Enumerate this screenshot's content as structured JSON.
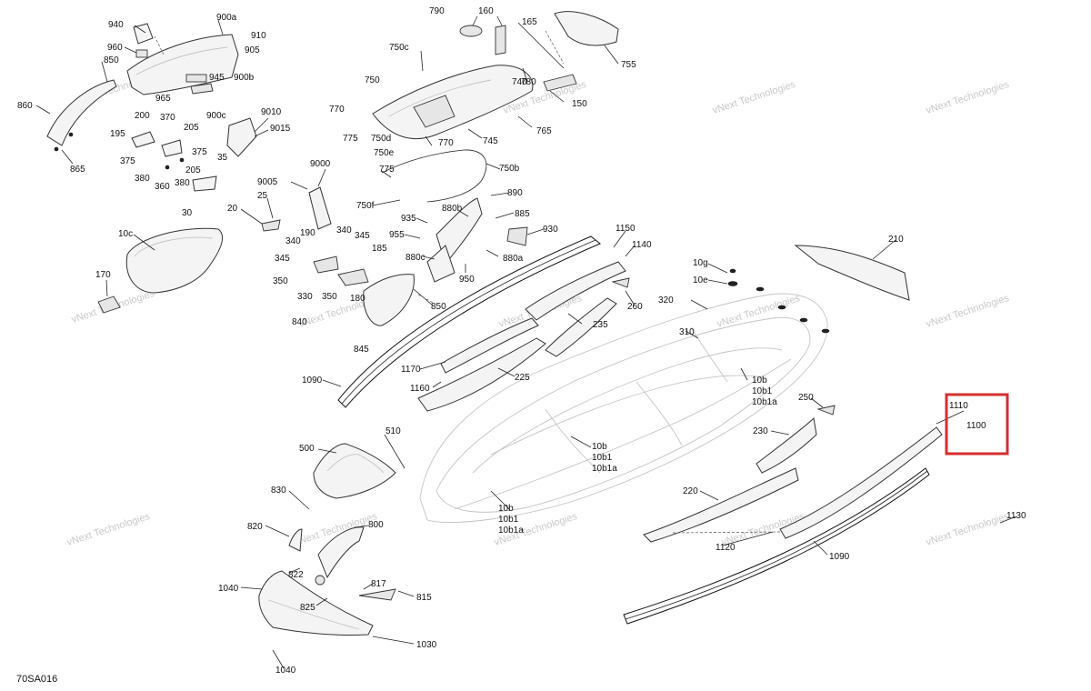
{
  "diagram_code": "70SA016",
  "watermark": "vNext Technologies",
  "highlight_color": "#d62f2f",
  "labels": [
    {
      "id": "940",
      "t": "940"
    },
    {
      "id": "900a",
      "t": "900a"
    },
    {
      "id": "910",
      "t": "910"
    },
    {
      "id": "960",
      "t": "960"
    },
    {
      "id": "905",
      "t": "905"
    },
    {
      "id": "850a",
      "t": "850"
    },
    {
      "id": "945",
      "t": "945"
    },
    {
      "id": "900b",
      "t": "900b"
    },
    {
      "id": "965",
      "t": "965"
    },
    {
      "id": "900c",
      "t": "900c"
    },
    {
      "id": "860",
      "t": "860"
    },
    {
      "id": "200",
      "t": "200"
    },
    {
      "id": "370",
      "t": "370"
    },
    {
      "id": "205a",
      "t": "205"
    },
    {
      "id": "195",
      "t": "195"
    },
    {
      "id": "375a",
      "t": "375"
    },
    {
      "id": "375b",
      "t": "375"
    },
    {
      "id": "205b",
      "t": "205"
    },
    {
      "id": "380a",
      "t": "380"
    },
    {
      "id": "380b",
      "t": "380"
    },
    {
      "id": "360",
      "t": "360"
    },
    {
      "id": "35",
      "t": "35"
    },
    {
      "id": "30",
      "t": "30"
    },
    {
      "id": "865",
      "t": "865"
    },
    {
      "id": "9010",
      "t": "9010"
    },
    {
      "id": "9015",
      "t": "9015"
    },
    {
      "id": "790",
      "t": "790"
    },
    {
      "id": "160",
      "t": "160"
    },
    {
      "id": "165",
      "t": "165"
    },
    {
      "id": "755",
      "t": "755"
    },
    {
      "id": "750c",
      "t": "750c"
    },
    {
      "id": "780",
      "t": "780"
    },
    {
      "id": "750",
      "t": "750"
    },
    {
      "id": "740",
      "t": "740"
    },
    {
      "id": "150",
      "t": "150"
    },
    {
      "id": "770a",
      "t": "770"
    },
    {
      "id": "765",
      "t": "765"
    },
    {
      "id": "775a",
      "t": "775"
    },
    {
      "id": "750d",
      "t": "750d"
    },
    {
      "id": "770b",
      "t": "770"
    },
    {
      "id": "745",
      "t": "745"
    },
    {
      "id": "750e",
      "t": "750e"
    },
    {
      "id": "775b",
      "t": "775"
    },
    {
      "id": "750b",
      "t": "750b"
    },
    {
      "id": "9000",
      "t": "9000"
    },
    {
      "id": "9005",
      "t": "9005"
    },
    {
      "id": "25",
      "t": "25"
    },
    {
      "id": "20",
      "t": "20"
    },
    {
      "id": "750f",
      "t": "750f"
    },
    {
      "id": "890",
      "t": "890"
    },
    {
      "id": "880b",
      "t": "880b"
    },
    {
      "id": "885",
      "t": "885"
    },
    {
      "id": "935",
      "t": "935"
    },
    {
      "id": "930",
      "t": "930"
    },
    {
      "id": "955",
      "t": "955"
    },
    {
      "id": "880c",
      "t": "880c"
    },
    {
      "id": "880a",
      "t": "880a"
    },
    {
      "id": "950",
      "t": "950"
    },
    {
      "id": "10c",
      "t": "10c"
    },
    {
      "id": "190",
      "t": "190"
    },
    {
      "id": "340a",
      "t": "340"
    },
    {
      "id": "340b",
      "t": "340"
    },
    {
      "id": "345a",
      "t": "345"
    },
    {
      "id": "345b",
      "t": "345"
    },
    {
      "id": "185",
      "t": "185"
    },
    {
      "id": "350a",
      "t": "350"
    },
    {
      "id": "350b",
      "t": "350"
    },
    {
      "id": "330",
      "t": "330"
    },
    {
      "id": "180",
      "t": "180"
    },
    {
      "id": "170",
      "t": "170"
    },
    {
      "id": "850b",
      "t": "850"
    },
    {
      "id": "840",
      "t": "840"
    },
    {
      "id": "845",
      "t": "845"
    },
    {
      "id": "1150",
      "t": "1150"
    },
    {
      "id": "1140",
      "t": "1140"
    },
    {
      "id": "10g",
      "t": "10g"
    },
    {
      "id": "10e",
      "t": "10e"
    },
    {
      "id": "210",
      "t": "210"
    },
    {
      "id": "260",
      "t": "260"
    },
    {
      "id": "320",
      "t": "320"
    },
    {
      "id": "235",
      "t": "235"
    },
    {
      "id": "310",
      "t": "310"
    },
    {
      "id": "1170",
      "t": "1170"
    },
    {
      "id": "225",
      "t": "225"
    },
    {
      "id": "1160",
      "t": "1160"
    },
    {
      "id": "1090a",
      "t": "1090"
    },
    {
      "id": "10b_1",
      "t": "10b"
    },
    {
      "id": "10b1_1",
      "t": "10b1"
    },
    {
      "id": "10b1a_1",
      "t": "10b1a"
    },
    {
      "id": "250",
      "t": "250"
    },
    {
      "id": "1110",
      "t": "1110"
    },
    {
      "id": "1100",
      "t": "1100"
    },
    {
      "id": "230",
      "t": "230"
    },
    {
      "id": "510",
      "t": "510"
    },
    {
      "id": "500",
      "t": "500"
    },
    {
      "id": "10b_2",
      "t": "10b"
    },
    {
      "id": "10b1_2",
      "t": "10b1"
    },
    {
      "id": "10b1a_2",
      "t": "10b1a"
    },
    {
      "id": "830",
      "t": "830"
    },
    {
      "id": "220",
      "t": "220"
    },
    {
      "id": "10b_3",
      "t": "10b"
    },
    {
      "id": "10b1_3",
      "t": "10b1"
    },
    {
      "id": "10b1a_3",
      "t": "10b1a"
    },
    {
      "id": "820",
      "t": "820"
    },
    {
      "id": "800",
      "t": "800"
    },
    {
      "id": "1130",
      "t": "1130"
    },
    {
      "id": "1120",
      "t": "1120"
    },
    {
      "id": "1090b",
      "t": "1090"
    },
    {
      "id": "822",
      "t": "822"
    },
    {
      "id": "1040a",
      "t": "1040"
    },
    {
      "id": "817",
      "t": "817"
    },
    {
      "id": "815",
      "t": "815"
    },
    {
      "id": "825",
      "t": "825"
    },
    {
      "id": "1030",
      "t": "1030"
    },
    {
      "id": "1040b",
      "t": "1040"
    }
  ]
}
